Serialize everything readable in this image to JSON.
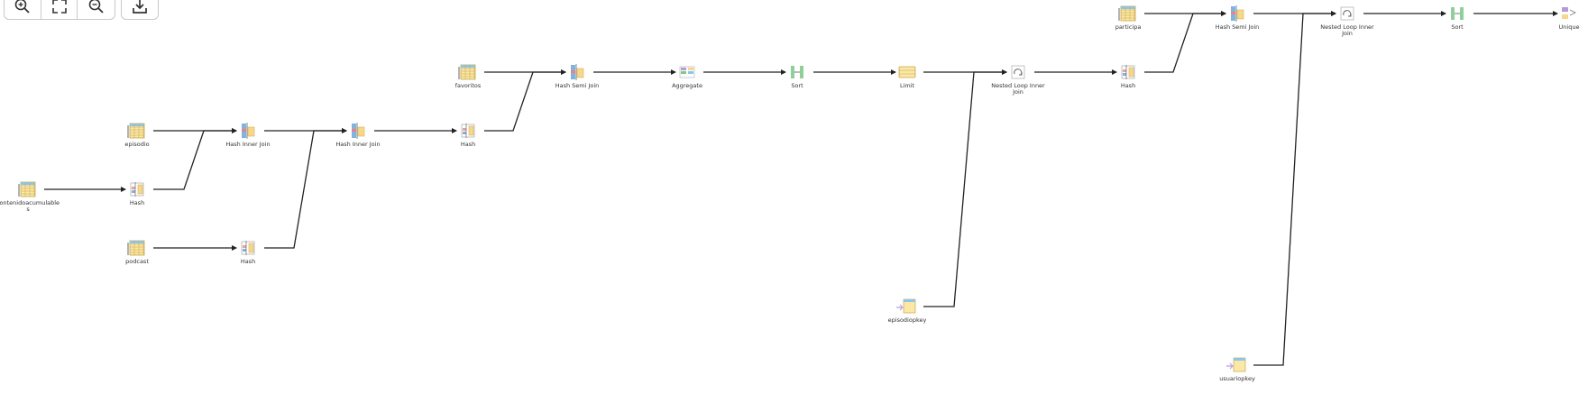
{
  "toolbar": {
    "zoom_in_icon": "zoom-in-icon",
    "fit_icon": "fit-to-screen-icon",
    "zoom_out_icon": "zoom-out-icon",
    "download_icon": "download-icon"
  },
  "plan": {
    "nodes": [
      {
        "id": "n_contenidos",
        "label": [
          "contenidoacumulable",
          "s"
        ],
        "icon": "table-scan-icon"
      },
      {
        "id": "n_hash1",
        "label": [
          "Hash"
        ],
        "icon": "hash-icon"
      },
      {
        "id": "n_episodio",
        "label": [
          "episodio"
        ],
        "icon": "table-scan-icon"
      },
      {
        "id": "n_podcast",
        "label": [
          "podcast"
        ],
        "icon": "table-scan-icon"
      },
      {
        "id": "n_hash2",
        "label": [
          "Hash"
        ],
        "icon": "hash-icon"
      },
      {
        "id": "n_hij1",
        "label": [
          "Hash Inner Join"
        ],
        "icon": "hash-join-icon"
      },
      {
        "id": "n_hij2",
        "label": [
          "Hash Inner Join"
        ],
        "icon": "hash-join-icon"
      },
      {
        "id": "n_hash3",
        "label": [
          "Hash"
        ],
        "icon": "hash-icon"
      },
      {
        "id": "n_favoritos",
        "label": [
          "favoritos"
        ],
        "icon": "table-scan-icon"
      },
      {
        "id": "n_hsj1",
        "label": [
          "Hash Semi Join"
        ],
        "icon": "hash-join-icon"
      },
      {
        "id": "n_aggregate",
        "label": [
          "Aggregate"
        ],
        "icon": "aggregate-icon"
      },
      {
        "id": "n_sort1",
        "label": [
          "Sort"
        ],
        "icon": "sort-icon"
      },
      {
        "id": "n_limit",
        "label": [
          "Limit"
        ],
        "icon": "limit-icon"
      },
      {
        "id": "n_epipkey",
        "label": [
          "episodiopkey"
        ],
        "icon": "index-scan-icon"
      },
      {
        "id": "n_nlij1",
        "label": [
          "Nested Loop Inner",
          "Join"
        ],
        "icon": "nested-loop-icon"
      },
      {
        "id": "n_hash4",
        "label": [
          "Hash"
        ],
        "icon": "hash-icon"
      },
      {
        "id": "n_participa",
        "label": [
          "participa"
        ],
        "icon": "table-scan-icon"
      },
      {
        "id": "n_hsj2",
        "label": [
          "Hash Semi Join"
        ],
        "icon": "hash-join-icon"
      },
      {
        "id": "n_usupkey",
        "label": [
          "usuariopkey"
        ],
        "icon": "index-scan-icon"
      },
      {
        "id": "n_nlij2",
        "label": [
          "Nested Loop Inner",
          "Join"
        ],
        "icon": "nested-loop-icon"
      },
      {
        "id": "n_sort2",
        "label": [
          "Sort"
        ],
        "icon": "sort-icon"
      },
      {
        "id": "n_unique",
        "label": [
          "Unique"
        ],
        "icon": "unique-icon"
      }
    ],
    "edges": [
      [
        "n_contenidos",
        "n_hash1"
      ],
      [
        "n_hash1",
        "n_hij1"
      ],
      [
        "n_episodio",
        "n_hij1"
      ],
      [
        "n_podcast",
        "n_hash2"
      ],
      [
        "n_hash2",
        "n_hij2"
      ],
      [
        "n_hij1",
        "n_hij2"
      ],
      [
        "n_hij2",
        "n_hash3"
      ],
      [
        "n_hash3",
        "n_hsj1"
      ],
      [
        "n_favoritos",
        "n_hsj1"
      ],
      [
        "n_hsj1",
        "n_aggregate"
      ],
      [
        "n_aggregate",
        "n_sort1"
      ],
      [
        "n_sort1",
        "n_limit"
      ],
      [
        "n_limit",
        "n_nlij1"
      ],
      [
        "n_epipkey",
        "n_nlij1"
      ],
      [
        "n_nlij1",
        "n_hash4"
      ],
      [
        "n_hash4",
        "n_hsj2"
      ],
      [
        "n_participa",
        "n_hsj2"
      ],
      [
        "n_hsj2",
        "n_nlij2"
      ],
      [
        "n_usupkey",
        "n_nlij2"
      ],
      [
        "n_nlij2",
        "n_sort2"
      ],
      [
        "n_sort2",
        "n_unique"
      ]
    ]
  }
}
